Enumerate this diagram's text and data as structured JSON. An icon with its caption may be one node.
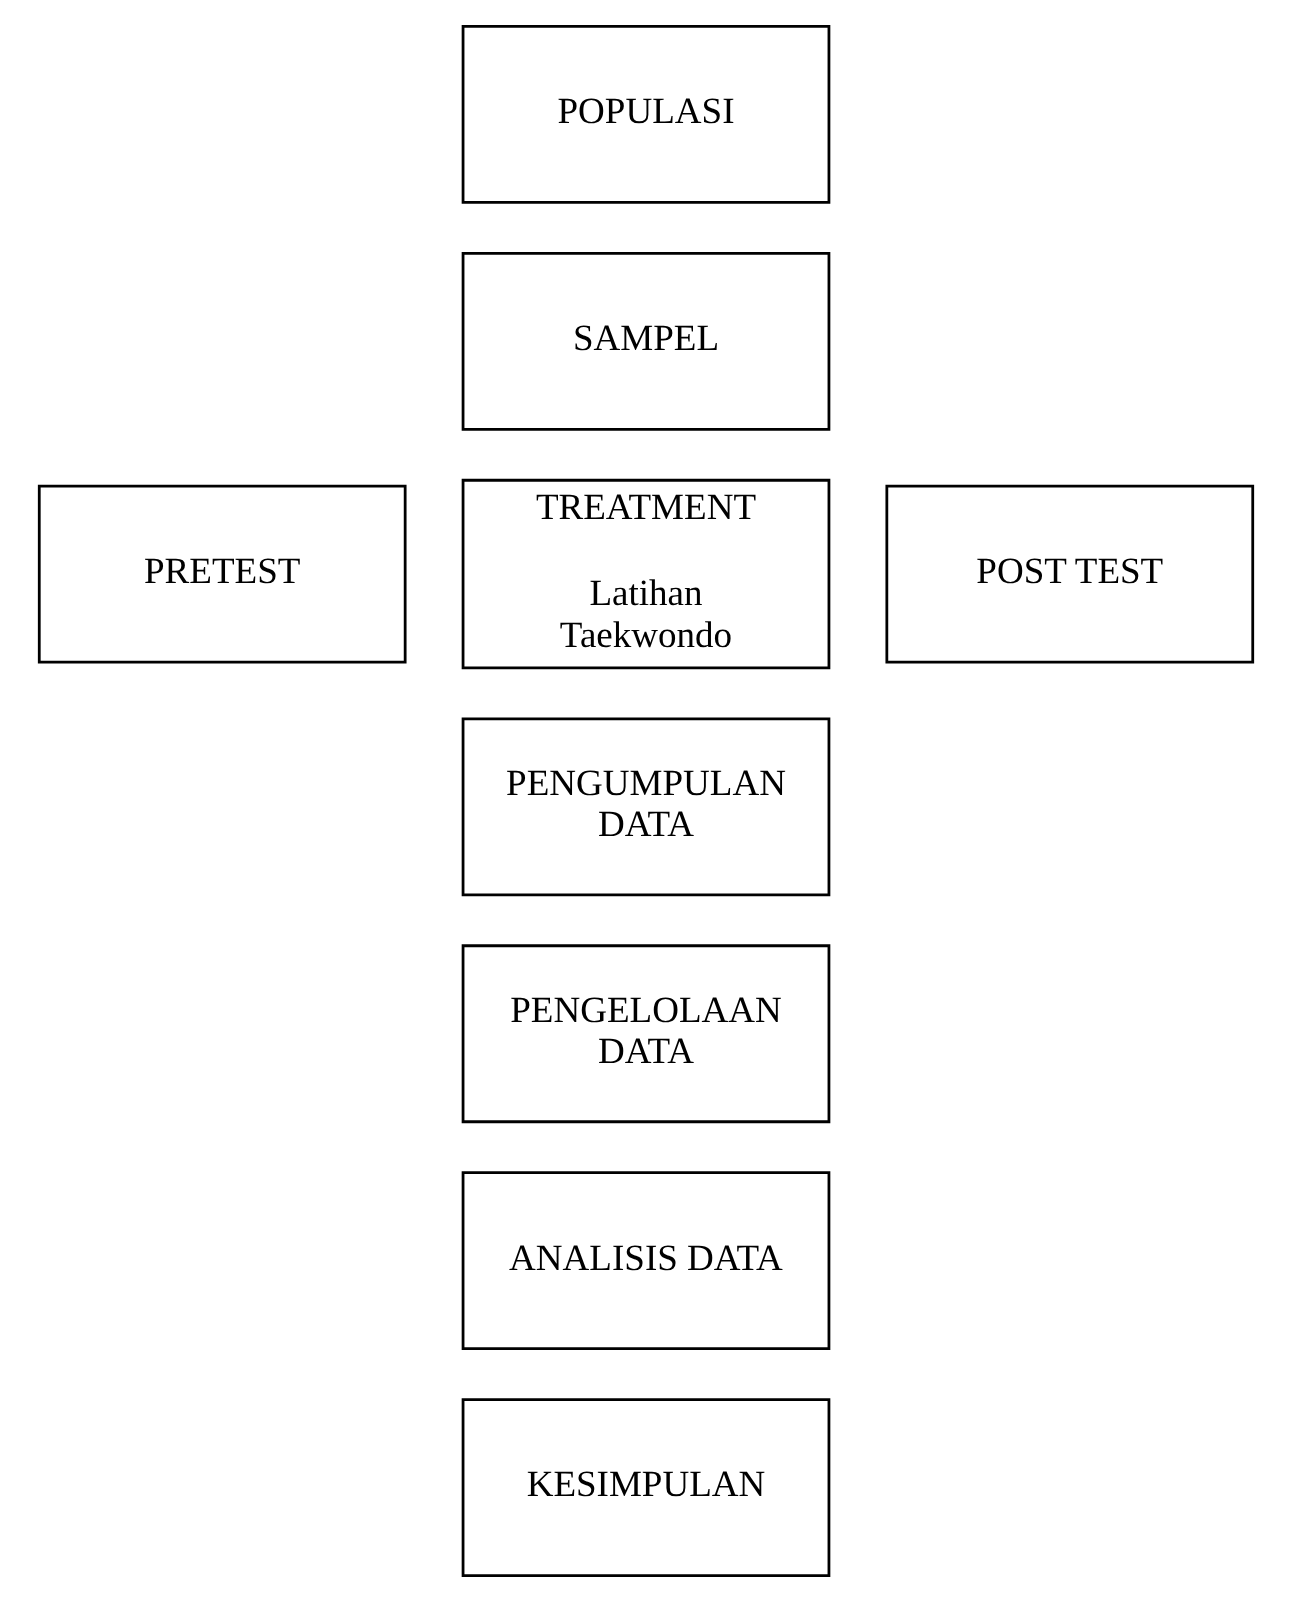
{
  "diagram": {
    "nodes": [
      {
        "text": [
          "POPULASI"
        ]
      },
      {
        "text": [
          "SAMPEL"
        ]
      },
      {
        "text": [
          "PRETEST"
        ]
      },
      {
        "text": [
          "TREATMENT",
          "Latihan Taekwondo"
        ]
      },
      {
        "text": [
          "POST TEST"
        ]
      },
      {
        "text": [
          "PENGUMPULAN DATA"
        ]
      },
      {
        "text": [
          "PENGELOLAAN DATA"
        ]
      },
      {
        "text": [
          "ANALISIS DATA"
        ]
      },
      {
        "text": [
          "KESIMPULAN"
        ]
      }
    ]
  }
}
